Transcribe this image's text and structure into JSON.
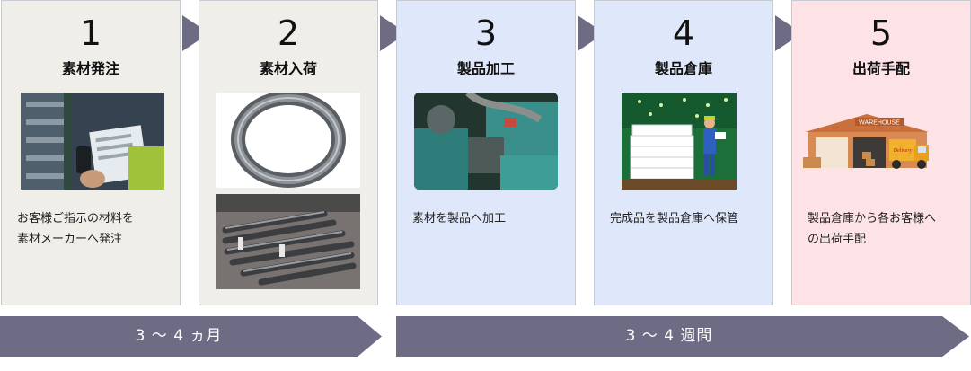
{
  "colors": {
    "step1_bg": "#f0eee8",
    "step2_bg": "#f0eee8",
    "step3_bg": "#dfe7fb",
    "step4_bg": "#dfe7fb",
    "step5_bg": "#fde2e6",
    "arrow": "#6e6b84",
    "bar": "#6e6b84"
  },
  "steps": [
    {
      "number": "1",
      "title": "素材発注",
      "description_lines": [
        "お客様ご指示の材料を",
        "素材メーカーへ発注"
      ]
    },
    {
      "number": "2",
      "title": "素材入荷",
      "description_lines": []
    },
    {
      "number": "3",
      "title": "製品加工",
      "description_lines": [
        "素材を製品へ加工"
      ]
    },
    {
      "number": "4",
      "title": "製品倉庫",
      "description_lines": [
        "完成品を製品倉庫へ保管"
      ]
    },
    {
      "number": "5",
      "title": "出荷手配",
      "description_lines": [
        "製品倉庫から各お客様へ",
        "の出荷手配"
      ]
    }
  ],
  "images": {
    "warehouse_sign": "WAREHOUSE",
    "truck_text": "Delivery"
  },
  "timeline": [
    {
      "label": "3 〜 4 ヵ月"
    },
    {
      "label": "3 〜 4 週間"
    }
  ]
}
